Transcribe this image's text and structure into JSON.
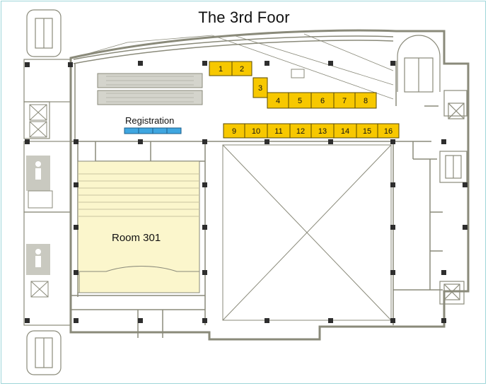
{
  "title": "The 3rd Foor",
  "registration_label": "Registration",
  "room_label": "Room 301",
  "colors": {
    "booth_fill": "#f7c800",
    "booth_stroke": "#5a4a00",
    "registration_fill": "#3fa6e0",
    "room_fill": "#fbf6cc",
    "wall": "#8a8a7a",
    "frame": "#9fd6d9"
  },
  "booths": [
    "1",
    "2",
    "3",
    "4",
    "5",
    "6",
    "7",
    "8",
    "9",
    "10",
    "11",
    "12",
    "13",
    "14",
    "15",
    "16"
  ]
}
